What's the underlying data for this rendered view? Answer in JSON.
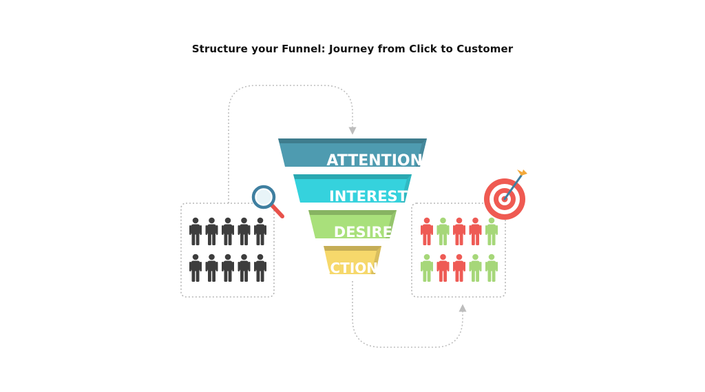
{
  "title": "Structure your Funnel: Journey from Click to Customer",
  "funnel": {
    "stages": [
      {
        "label": "ATTENTION",
        "color": "#4e9bb0"
      },
      {
        "label": "INTEREST",
        "color": "#35d2dd"
      },
      {
        "label": "DESIRE",
        "color": "#a9e07b"
      },
      {
        "label": "ACTION",
        "color": "#f6d86b"
      }
    ]
  },
  "left_group": {
    "icon": "magnifier-icon",
    "people": [
      "dark",
      "dark",
      "dark",
      "dark",
      "dark",
      "dark",
      "dark",
      "dark",
      "dark",
      "dark"
    ]
  },
  "right_group": {
    "icon": "target-icon",
    "people": [
      "red",
      "green",
      "red",
      "red",
      "green",
      "green",
      "red",
      "red",
      "green",
      "green"
    ]
  },
  "colors": {
    "dark_person": "#3d3d3d",
    "red_person": "#ee5b55",
    "green_person": "#a6d779",
    "connector": "#bdbdbd"
  }
}
